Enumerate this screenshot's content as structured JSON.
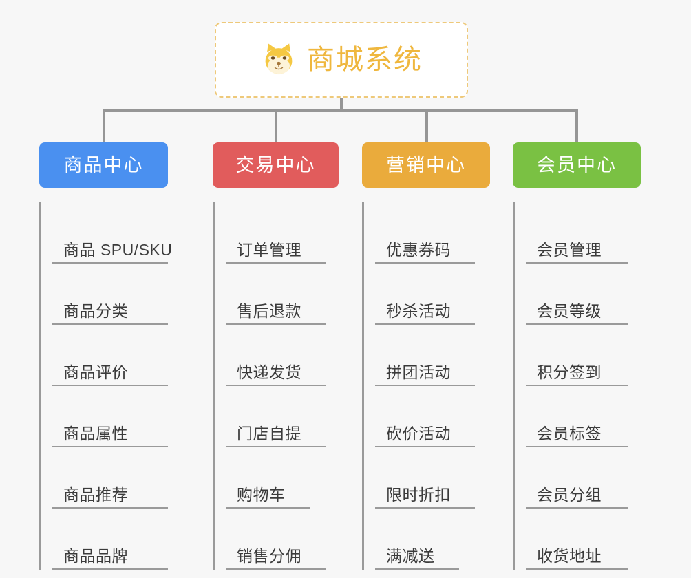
{
  "background_color": "#f7f7f7",
  "root": {
    "title": "商城系统",
    "icon": "shiba-inu-icon",
    "text_color": "#efb73e",
    "border_color": "#eec97a",
    "fill_color": "#ffffff"
  },
  "connector": {
    "color": "#969696"
  },
  "branches": [
    {
      "label": "商品中心",
      "color": "#4a90f0",
      "items": [
        "商品 SPU/SKU",
        "商品分类",
        "商品评价",
        "商品属性",
        "商品推荐",
        "商品品牌"
      ]
    },
    {
      "label": "交易中心",
      "color": "#e15c5c",
      "items": [
        "订单管理",
        "售后退款",
        "快递发货",
        "门店自提",
        "购物车",
        "销售分佣"
      ]
    },
    {
      "label": "营销中心",
      "color": "#eaab3c",
      "items": [
        "优惠券码",
        "秒杀活动",
        "拼团活动",
        "砍价活动",
        "限时折扣",
        "满减送"
      ]
    },
    {
      "label": "会员中心",
      "color": "#7ac143",
      "items": [
        "会员管理",
        "会员等级",
        "积分签到",
        "会员标签",
        "会员分组",
        "收货地址"
      ]
    }
  ]
}
